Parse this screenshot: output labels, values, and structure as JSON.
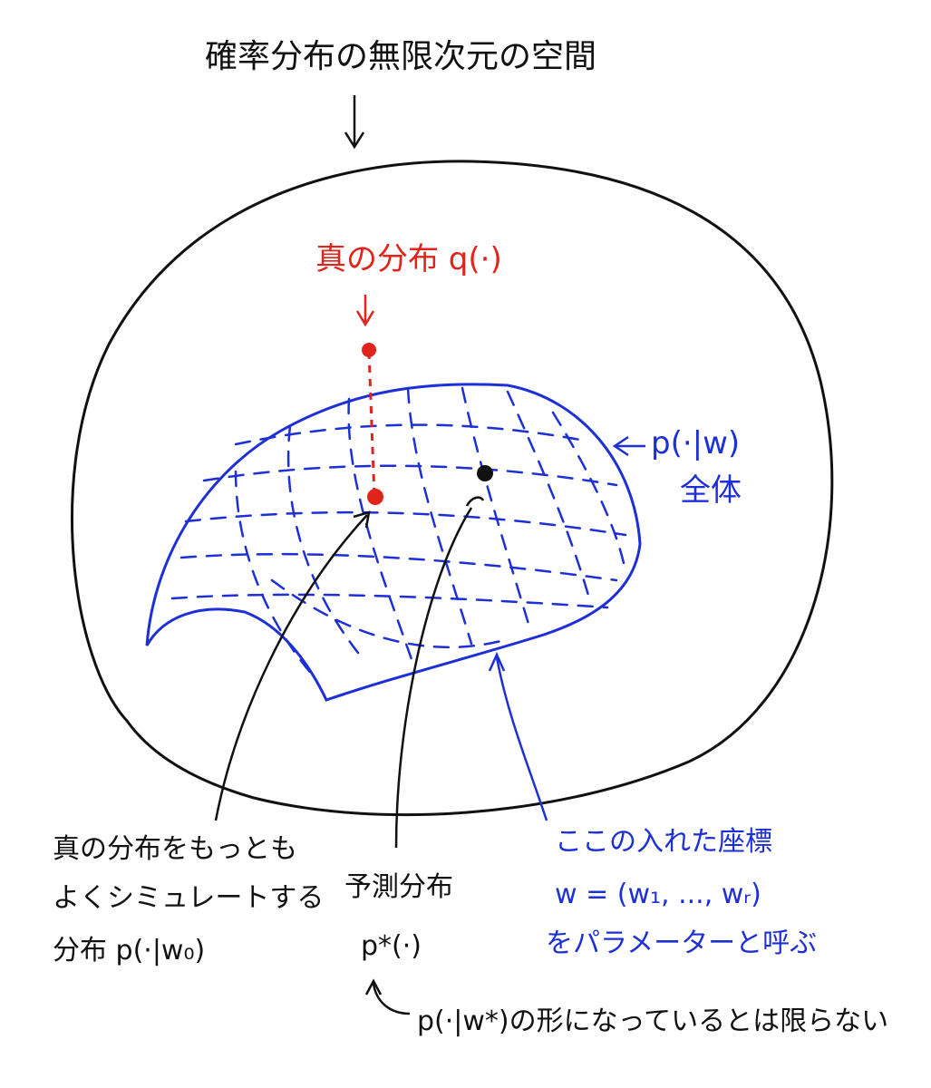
{
  "colors": {
    "ink": "#111111",
    "truth": "#e0241b",
    "model": "#1d2fd6"
  },
  "labels": {
    "space_title": "確率分布の無限次元の空間",
    "true_dist": "真の分布 q(·)",
    "model_name": "p(·|w)",
    "model_total": "全体",
    "best_sim_line1": "真の分布をもっとも",
    "best_sim_line2": "よくシミュレートする",
    "best_sim_line3": "分布 p(·|w₀)",
    "pred_title": "予測分布",
    "pred_symbol": "p*(·)",
    "pred_note": "p(·|w*)の形になっているとは限らない",
    "coord_line1": "ここの入れた座標",
    "coord_line2": "w = (w₁, ..., wᵣ)",
    "coord_line3": "をパラメーターと呼ぶ"
  },
  "icons": {
    "space_boundary": "closed-curve",
    "model_surface": "dashed-grid-surface",
    "true_point": "red-dot",
    "w0_point": "red-dot",
    "pred_point": "black-dot"
  }
}
